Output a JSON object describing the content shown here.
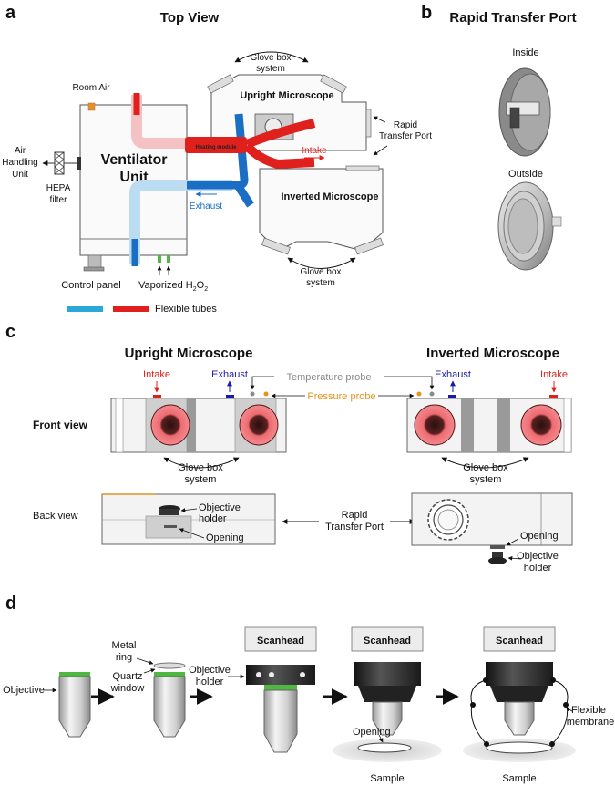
{
  "colors": {
    "red": "#e0201c",
    "blue": "#1a6fc4",
    "cyan": "#2aa8d8",
    "orange": "#e7921f",
    "gray": "#8a8a8a",
    "navy": "#1a1aa8",
    "pink": "#ee6a70",
    "green": "#4fb843"
  },
  "panel_a": {
    "letter": "a",
    "title": "Top View",
    "room_air": "Room Air",
    "air_handling": [
      "Air",
      "Handling",
      "Unit"
    ],
    "hepa": [
      "HEPA",
      "filter"
    ],
    "ventilator": [
      "Ventilator",
      "Unit"
    ],
    "heating_module": "Heating module",
    "intake": "Intake",
    "exhaust": "Exhaust",
    "upright": "Upright Microscope",
    "inverted": "Inverted Microscope",
    "glove_top": [
      "Glove box",
      "system"
    ],
    "glove_bottom": [
      "Glove box",
      "system"
    ],
    "rapid": [
      "Rapid",
      "Transfer Port"
    ],
    "control_panel": "Control panel",
    "vaporized": "Vaporized H",
    "vaporized_sub": "2",
    "vaporized_o": "O",
    "flexible_tubes": "Flexible tubes"
  },
  "panel_b": {
    "letter": "b",
    "title": "Rapid Transfer Port",
    "inside": "Inside",
    "outside": "Outside"
  },
  "panel_c": {
    "letter": "c",
    "upright": "Upright Microscope",
    "inverted": "Inverted Microscope",
    "intake_left": "Intake",
    "exhaust_left": "Exhaust",
    "temperature_probe": "Temperature probe",
    "pressure_probe": "Pressure probe",
    "exhaust_right": "Exhaust",
    "intake_right": "Intake",
    "front_view": "Front view",
    "back_view": "Back view",
    "glove_left": [
      "Glove box",
      "system"
    ],
    "glove_right": [
      "Glove box",
      "system"
    ],
    "objective_holder_left": [
      "Objective",
      "holder"
    ],
    "opening_left": "Opening",
    "rapid": [
      "Rapid",
      "Transfer Port"
    ],
    "opening_right": "Opening",
    "objective_holder_right": [
      "Objective",
      "holder"
    ]
  },
  "panel_d": {
    "letter": "d",
    "objective": "Objective",
    "metal_ring": [
      "Metal",
      "ring"
    ],
    "quartz": [
      "Quartz",
      "window"
    ],
    "objective_holder": [
      "Objective",
      "holder"
    ],
    "scanhead1": "Scanhead",
    "scanhead2": "Scanhead",
    "scanhead3": "Scanhead",
    "opening": "Opening",
    "flexible_membrane": [
      "Flexible",
      "membrane"
    ],
    "sample1": "Sample",
    "sample2": "Sample"
  }
}
